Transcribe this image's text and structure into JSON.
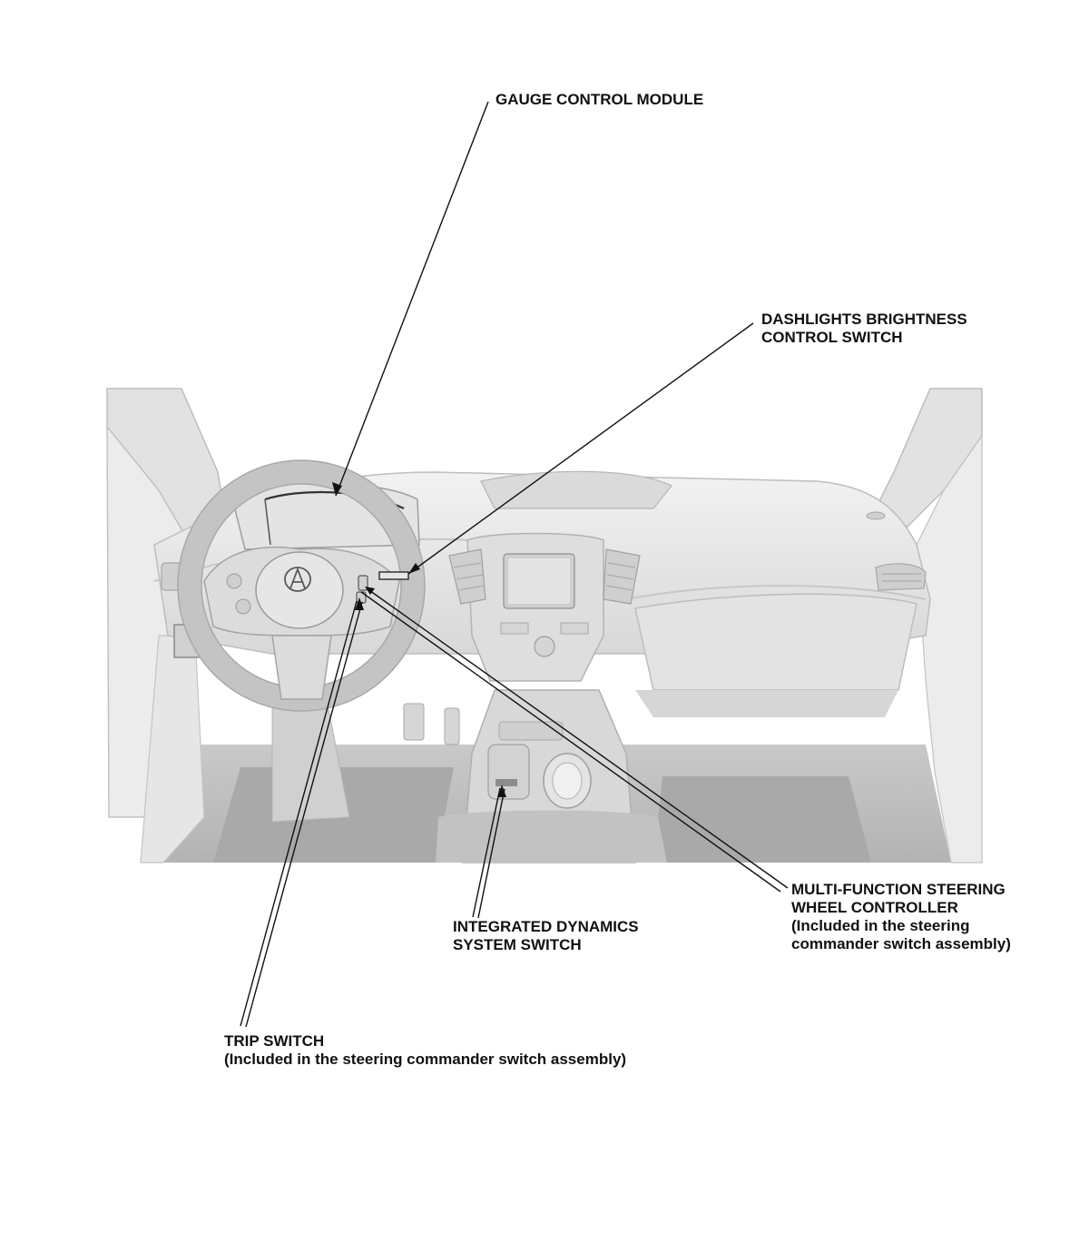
{
  "callouts": {
    "gauge_control_module": {
      "lines": [
        "GAUGE CONTROL MODULE"
      ]
    },
    "dashlights_brightness_control_switch": {
      "lines": [
        "DASHLIGHTS BRIGHTNESS",
        "CONTROL SWITCH"
      ]
    },
    "multi_function_steering_wheel_controller": {
      "lines": [
        "MULTI-FUNCTION STEERING",
        "WHEEL CONTROLLER",
        "(Included in the steering",
        "commander switch assembly)"
      ]
    },
    "integrated_dynamics_system_switch": {
      "lines": [
        "INTEGRATED DYNAMICS",
        "SYSTEM SWITCH"
      ]
    },
    "trip_switch": {
      "lines": [
        "TRIP SWITCH",
        "(Included in the steering commander switch assembly)"
      ]
    }
  },
  "illustration": {
    "subject": "vehicle dashboard interior",
    "logo_icon": "acura-logo-icon"
  },
  "colors": {
    "line": "#111111",
    "interior_light": "#eeeeee",
    "interior_mid": "#d4d4d4",
    "interior_dark": "#bcbcbc",
    "floor": "#b5b5b5"
  }
}
